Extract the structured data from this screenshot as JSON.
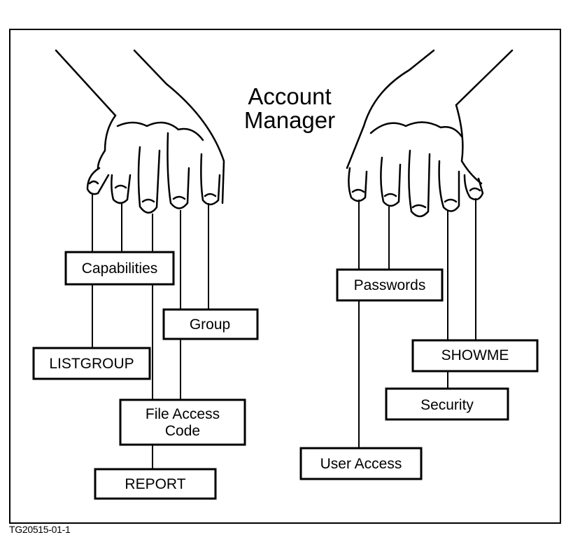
{
  "title": {
    "line1": "Account",
    "line2": "Manager"
  },
  "boxes": {
    "capabilities": "Capabilities",
    "group": "Group",
    "listgroup": "LISTGROUP",
    "file_access_line1": "File Access",
    "file_access_line2": "Code",
    "report": "REPORT",
    "passwords": "Passwords",
    "showme": "SHOWME",
    "security": "Security",
    "user_access": "User Access"
  },
  "figure_id": "TG20515-01-1",
  "colors": {
    "ink": "#000000",
    "paper": "#ffffff"
  }
}
